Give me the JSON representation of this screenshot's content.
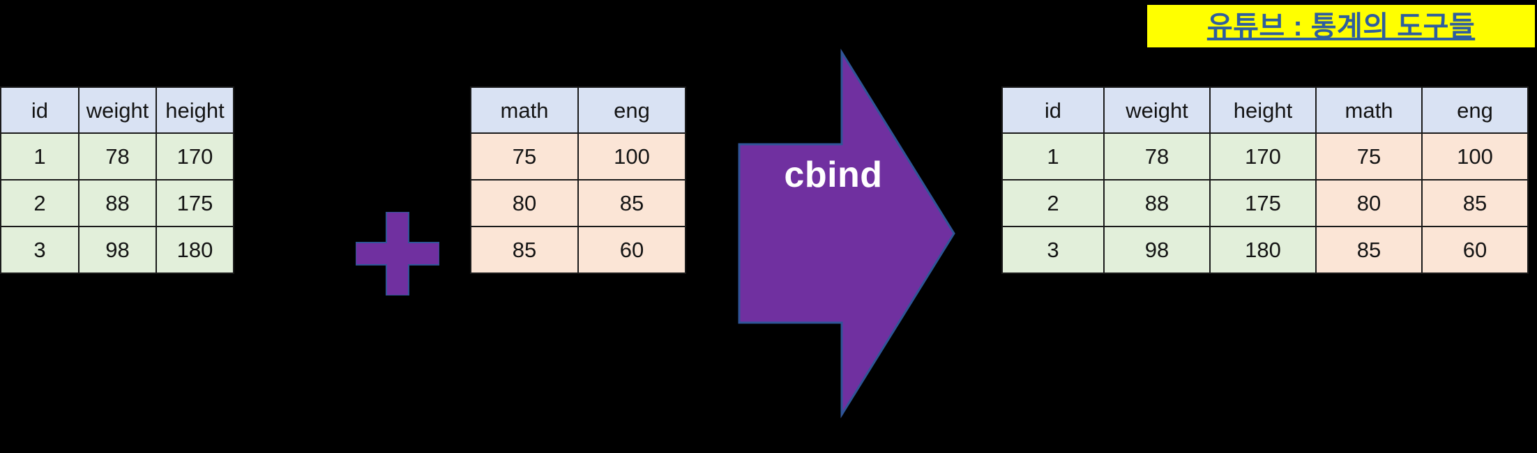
{
  "banner": {
    "title": "유튜브 : 통계의 도구들",
    "background_color": "#FFFF00",
    "text_color": "#2E5E9E"
  },
  "canvas": {
    "background_color": "#000000"
  },
  "operator": {
    "plus_symbol": "plus",
    "plus_color": "#7030A0",
    "arrow_label": "cbind",
    "arrow_color": "#7030A0",
    "arrow_label_color": "#FFFFFF"
  },
  "palette": {
    "header_fill": "#D9E2F3",
    "green_fill": "#E2EFDA",
    "peach_fill": "#FBE5D6",
    "border": "#1A1A1A"
  },
  "tables": {
    "left": {
      "name": "left-operand-table",
      "headers": [
        "id",
        "weight",
        "height"
      ],
      "rows": [
        [
          "1",
          "78",
          "170"
        ],
        [
          "2",
          "88",
          "175"
        ],
        [
          "3",
          "98",
          "180"
        ]
      ]
    },
    "middle": {
      "name": "right-operand-table",
      "headers": [
        "math",
        "eng"
      ],
      "rows": [
        [
          "75",
          "100"
        ],
        [
          "80",
          "85"
        ],
        [
          "85",
          "60"
        ]
      ]
    },
    "result": {
      "name": "result-table",
      "headers": [
        "id",
        "weight",
        "height",
        "math",
        "eng"
      ],
      "rows": [
        [
          "1",
          "78",
          "170",
          "75",
          "100"
        ],
        [
          "2",
          "88",
          "175",
          "80",
          "85"
        ],
        [
          "3",
          "98",
          "180",
          "85",
          "60"
        ]
      ]
    }
  }
}
